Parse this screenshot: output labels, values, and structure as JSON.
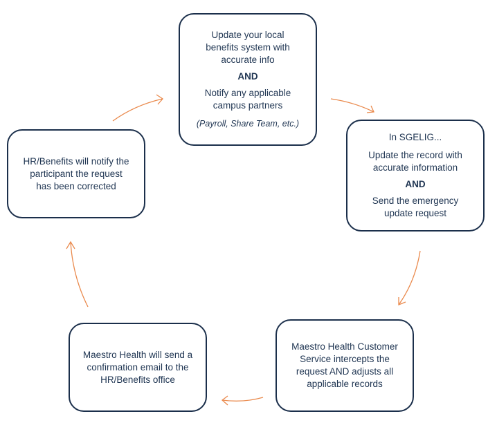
{
  "nodes": {
    "top": {
      "line1": "Update your local",
      "line2": "benefits system with",
      "line3": "accurate info",
      "and": "AND",
      "line4": "Notify any applicable",
      "line5": "campus partners",
      "note": "(Payroll, Share Team, etc.)"
    },
    "right": {
      "line1": "In SGELIG...",
      "line2": "Update the record with",
      "line3": "accurate information",
      "and": "AND",
      "line4": "Send the emergency",
      "line5": "update request"
    },
    "bottom_right": {
      "line1": "Maestro Health Customer",
      "line2": "Service intercepts the",
      "line3": "request AND adjusts all",
      "line4": "applicable records"
    },
    "bottom_left": {
      "line1": "Maestro Health will send a",
      "line2": "confirmation email to the",
      "line3": "HR/Benefits office"
    },
    "left": {
      "line1": "HR/Benefits will notify the",
      "line2": "participant the request",
      "line3": "has been corrected"
    }
  },
  "colors": {
    "box_border": "#1b2f4b",
    "text": "#1f3552",
    "arrow": "#ea8a4d"
  }
}
